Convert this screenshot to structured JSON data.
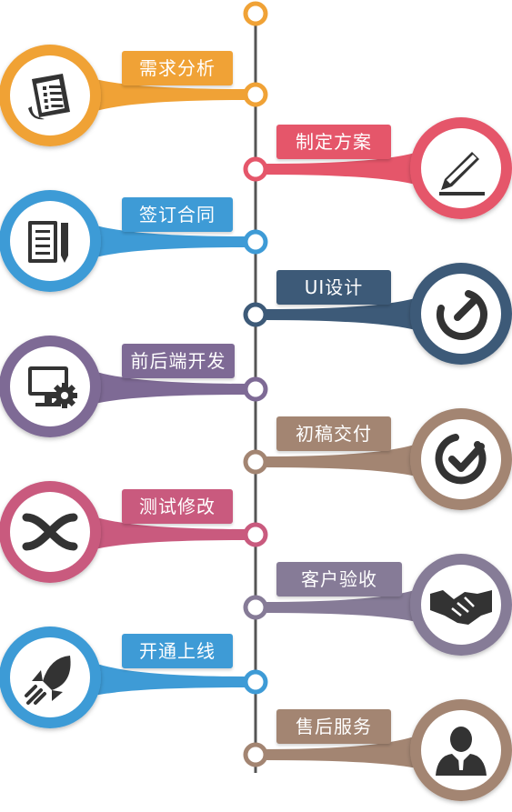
{
  "steps": [
    {
      "label": "需求分析",
      "icon": "document-list-icon",
      "color": "#F0A236"
    },
    {
      "label": "制定方案",
      "icon": "pen-icon",
      "color": "#E5566A"
    },
    {
      "label": "签订合同",
      "icon": "contract-pencil-icon",
      "color": "#3E9BD6"
    },
    {
      "label": "UI设计",
      "icon": "power-dial-icon",
      "color": "#3D5A78"
    },
    {
      "label": "前后端开发",
      "icon": "monitor-gear-icon",
      "color": "#7E6A95"
    },
    {
      "label": "初稿交付",
      "icon": "check-circle-icon",
      "color": "#A38572"
    },
    {
      "label": "测试修改",
      "icon": "crossing-arrows-icon",
      "color": "#C95A7E"
    },
    {
      "label": "客户验收",
      "icon": "handshake-icon",
      "color": "#867B97"
    },
    {
      "label": "开通上线",
      "icon": "rocket-icon",
      "color": "#3E9BD6"
    },
    {
      "label": "售后服务",
      "icon": "customer-service-icon",
      "color": "#A38572"
    }
  ],
  "colors": {
    "timeline": "#555555",
    "top_node": "#F0A236",
    "icon_fill": "#333333"
  }
}
